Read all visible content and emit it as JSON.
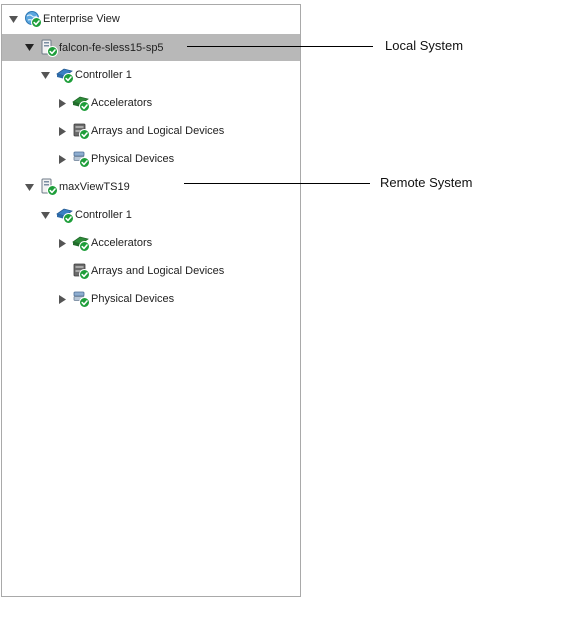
{
  "tree": {
    "root": {
      "label": "Enterprise View",
      "icon": "enterprise-globe-icon",
      "expanded": true
    },
    "systems": [
      {
        "label": "falcon-fe-sless15-sp5",
        "icon": "system-server-icon",
        "expanded": true,
        "selected": true,
        "controller": {
          "label": "Controller 1",
          "icon": "controller-icon",
          "expanded": true,
          "children": [
            {
              "label": "Accelerators",
              "icon": "accelerator-icon",
              "expandable": true
            },
            {
              "label": "Arrays and Logical Devices",
              "icon": "arrays-icon",
              "expandable": true
            },
            {
              "label": "Physical Devices",
              "icon": "physical-devices-icon",
              "expandable": true
            }
          ]
        }
      },
      {
        "label": "maxViewTS19",
        "icon": "system-server-icon",
        "expanded": true,
        "selected": false,
        "controller": {
          "label": "Controller 1",
          "icon": "controller-icon",
          "expanded": true,
          "children": [
            {
              "label": "Accelerators",
              "icon": "accelerator-icon",
              "expandable": true
            },
            {
              "label": "Arrays and Logical Devices",
              "icon": "arrays-icon",
              "expandable": false
            },
            {
              "label": "Physical Devices",
              "icon": "physical-devices-icon",
              "expandable": true
            }
          ]
        }
      }
    ]
  },
  "callouts": {
    "local": "Local System",
    "remote": "Remote System"
  },
  "colors": {
    "selection": "#b8b8b8",
    "status_ok": "#1e9e3a",
    "border": "#a9a9a9"
  }
}
